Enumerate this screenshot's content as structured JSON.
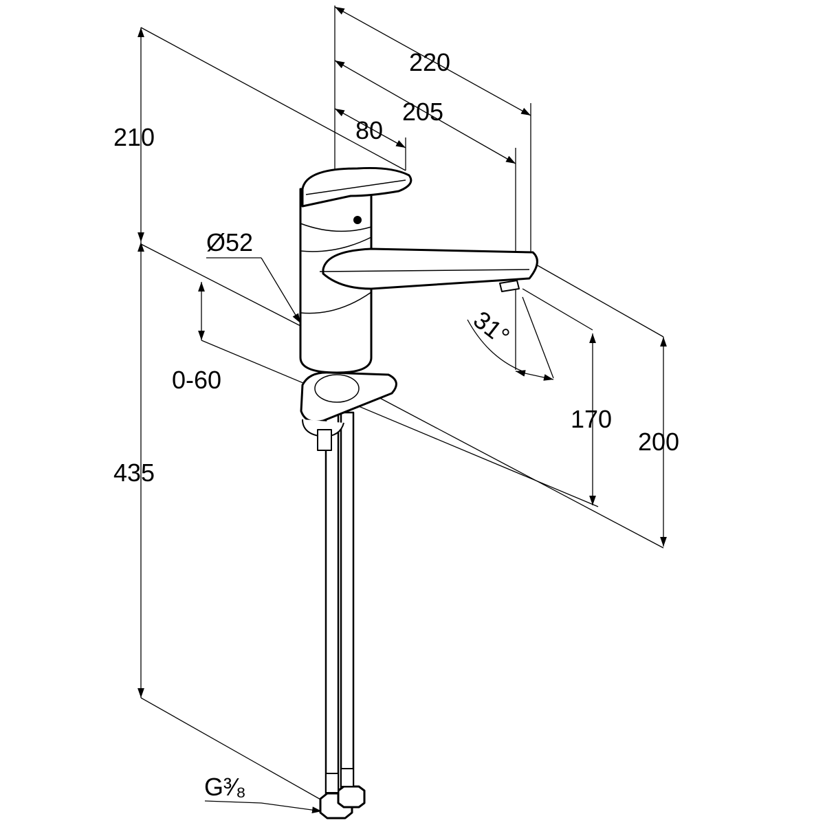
{
  "drawing": {
    "dimensions": {
      "total_length": "220",
      "spout_reach": "205",
      "lever_offset": "80",
      "lever_height": "210",
      "body_diameter": "Ø52",
      "deck_thickness": "0-60",
      "hose_length": "435",
      "swivel_angle": "31°",
      "outlet_height": "170",
      "spout_height": "200",
      "connection_thread": "G³⁄₈"
    }
  }
}
